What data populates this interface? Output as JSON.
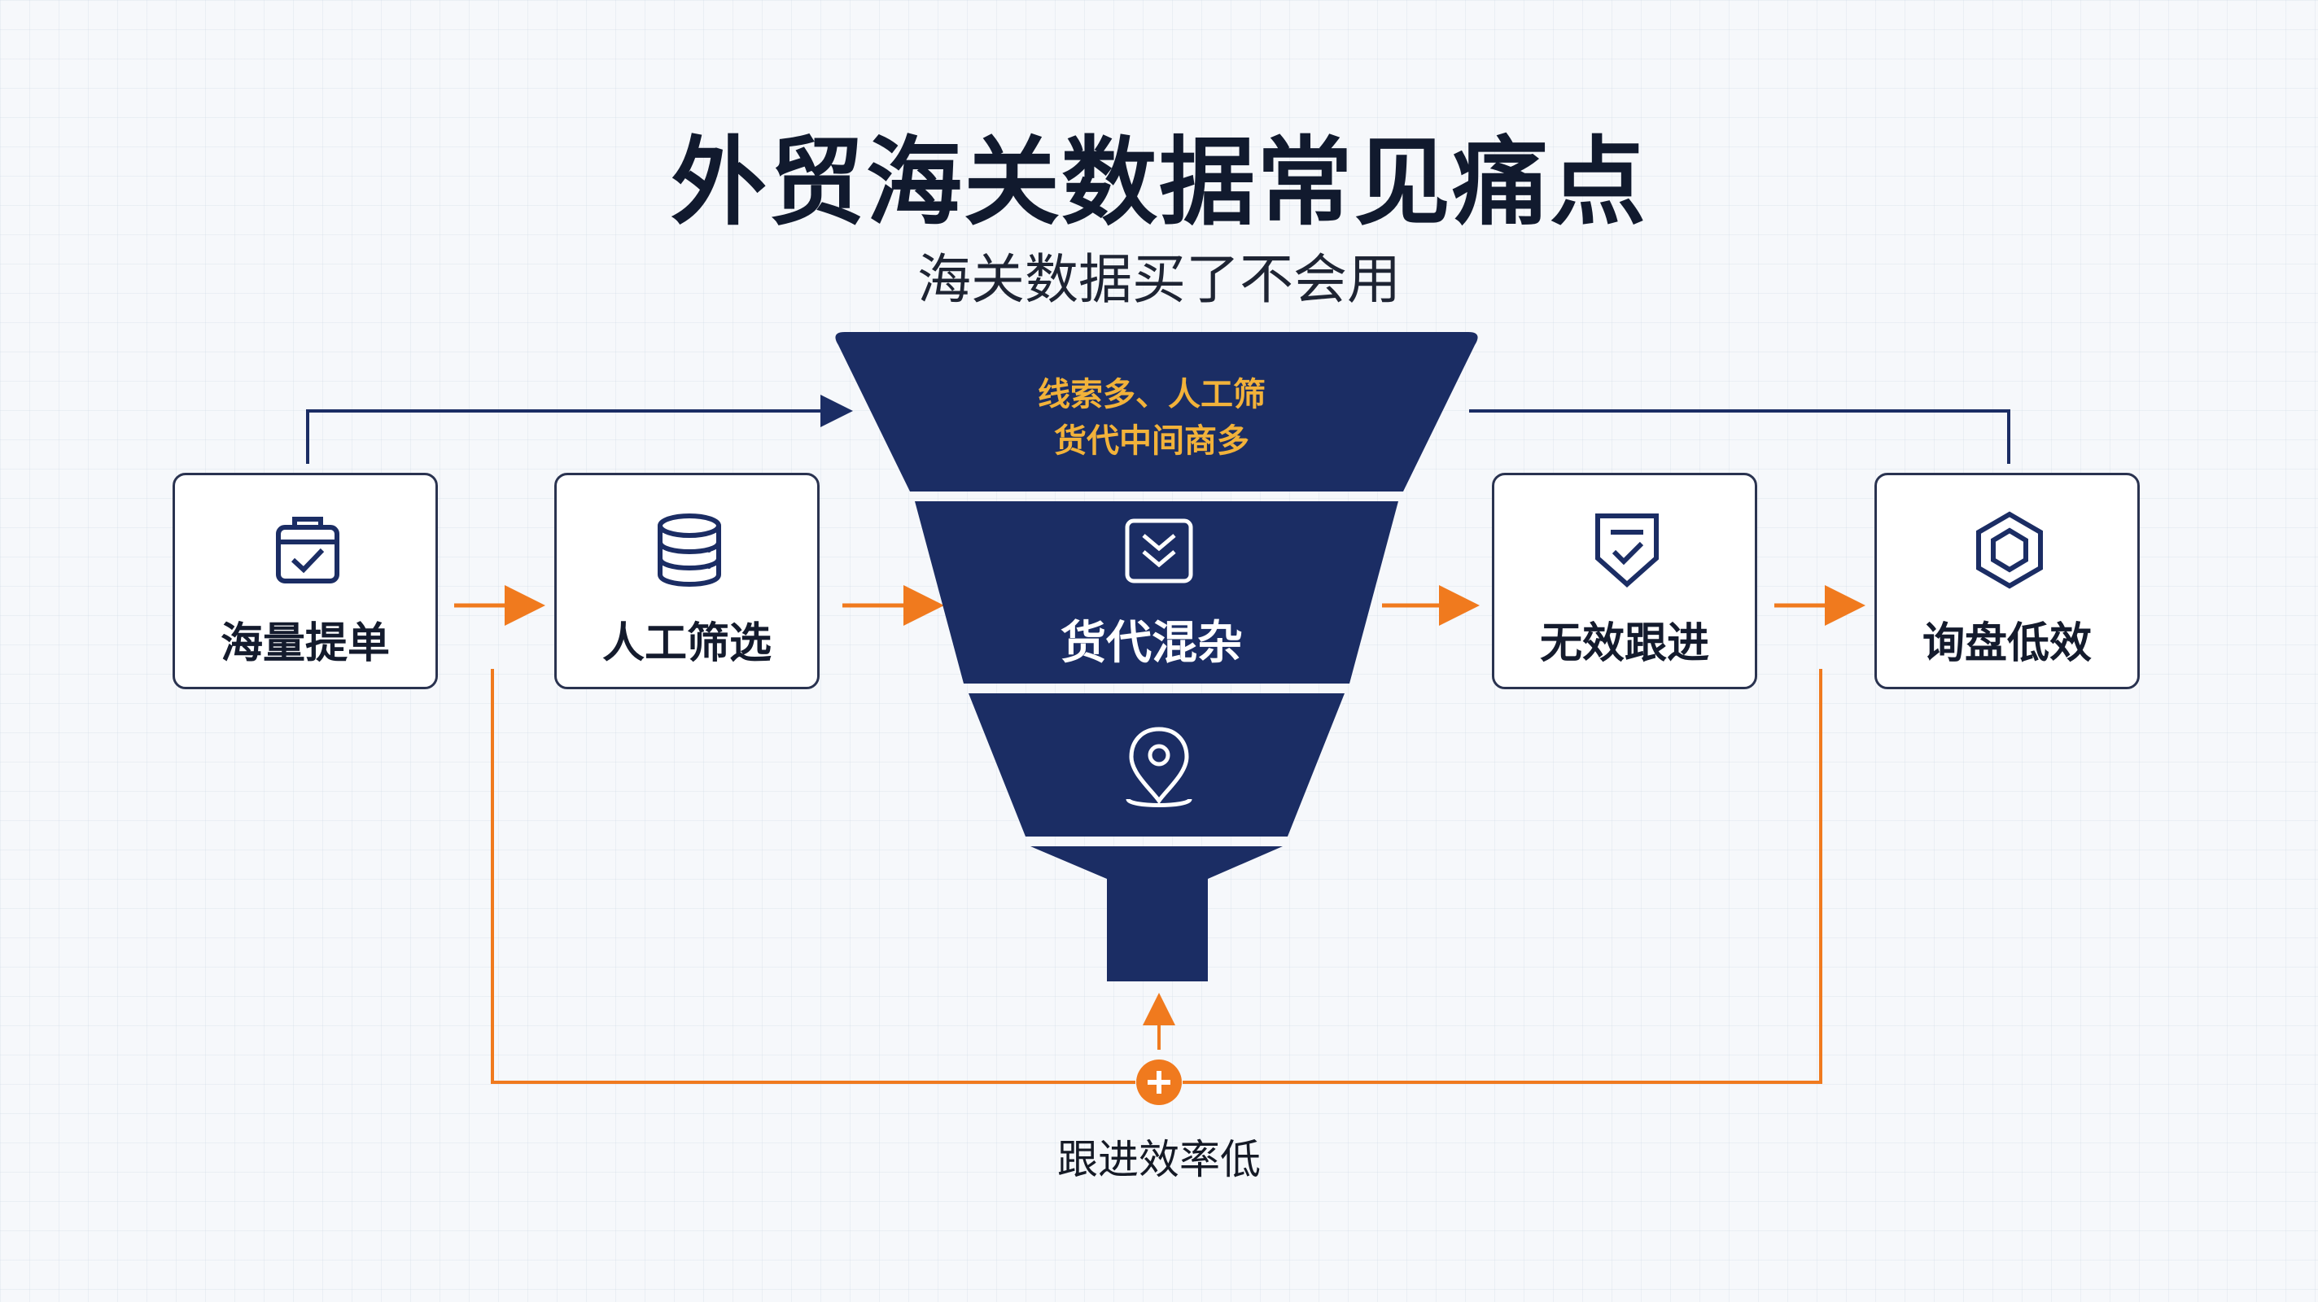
{
  "title": "外贸海关数据常见痛点",
  "subtitle": "海关数据买了不会用",
  "cards": [
    {
      "label": "海量提单",
      "icon": "clipboard-check-icon"
    },
    {
      "label": "人工筛选",
      "icon": "database-icon"
    },
    {
      "label": "无效跟进",
      "icon": "shield-check-icon"
    },
    {
      "label": "询盘低效",
      "icon": "hexagon-icon"
    }
  ],
  "funnel": {
    "top_text_line1": "线索多、人工筛",
    "top_text_line2": "货代中间商多",
    "mid_label": "货代混杂",
    "mid_icon": "double-chevron-down-icon",
    "bottom_icon": "location-pin-icon"
  },
  "loop_label": "跟进效率低",
  "colors": {
    "navy": "#1b2d64",
    "orange": "#f07a1e",
    "gold": "#f2b23a",
    "card_border": "#2a3350"
  }
}
